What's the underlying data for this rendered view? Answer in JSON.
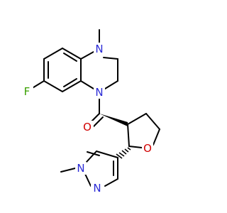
{
  "colors": {
    "background": "#ffffff",
    "bond": "#000000",
    "carbon": "#000000",
    "nitrogen": "#2a2ad6",
    "oxygen": "#d10000",
    "fluorine": "#39a000"
  },
  "atoms": {
    "fluorine": "F",
    "n_methyl_ring": "N",
    "n_amide": "N",
    "o_carbonyl": "O",
    "o_ring": "O",
    "n_pyrazole_1": "N",
    "n_pyrazole_2": "N"
  }
}
